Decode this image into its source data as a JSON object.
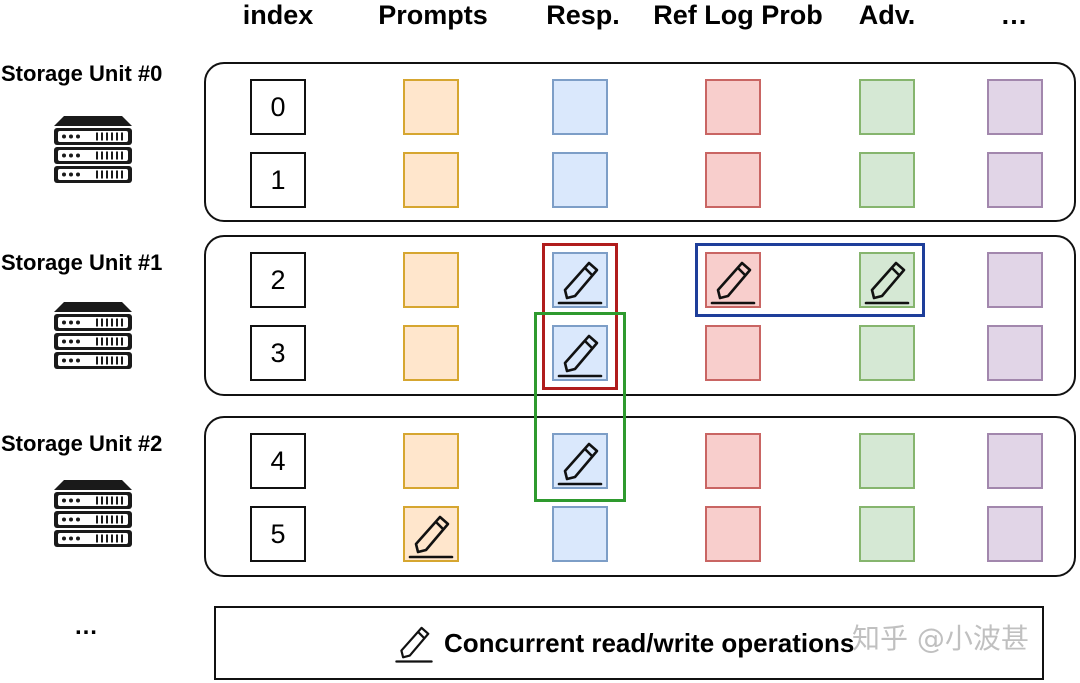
{
  "columns": [
    {
      "key": "index",
      "label": "index"
    },
    {
      "key": "prompts",
      "label": "Prompts",
      "fill": "#ffe6cc",
      "stroke": "#d6a630"
    },
    {
      "key": "resp",
      "label": "Resp.",
      "fill": "#dae8fc",
      "stroke": "#7d9ec7"
    },
    {
      "key": "ref_log_prob",
      "label": "Ref Log Prob",
      "fill": "#f8cecc",
      "stroke": "#c96563"
    },
    {
      "key": "adv",
      "label": "Adv.",
      "fill": "#d5e8d4",
      "stroke": "#86b56e"
    },
    {
      "key": "more",
      "label": "…",
      "fill": "#e1d5e7",
      "stroke": "#a287ad"
    }
  ],
  "storage_units": [
    {
      "label": "Storage Unit #0",
      "icon": "server-rack-icon",
      "rows": [
        "0",
        "1"
      ]
    },
    {
      "label": "Storage Unit #1",
      "icon": "server-rack-icon",
      "rows": [
        "2",
        "3"
      ]
    },
    {
      "label": "Storage Unit #2",
      "icon": "server-rack-icon",
      "rows": [
        "4",
        "5"
      ]
    }
  ],
  "write_operations": [
    {
      "row": "2",
      "column": "resp"
    },
    {
      "row": "3",
      "column": "resp"
    },
    {
      "row": "4",
      "column": "resp"
    },
    {
      "row": "5",
      "column": "prompts"
    },
    {
      "row": "2",
      "column": "ref_log_prob"
    },
    {
      "row": "2",
      "column": "adv"
    }
  ],
  "highlight_groups": [
    {
      "color": "#b01c1c",
      "cells": [
        {
          "row": "2",
          "column": "resp"
        },
        {
          "row": "3",
          "column": "resp"
        }
      ]
    },
    {
      "color": "#2e9a2e",
      "cells": [
        {
          "row": "3",
          "column": "resp"
        },
        {
          "row": "4",
          "column": "resp"
        }
      ]
    },
    {
      "color": "#1e3e9a",
      "cells": [
        {
          "row": "2",
          "column": "ref_log_prob"
        },
        {
          "row": "2",
          "column": "adv"
        }
      ]
    }
  ],
  "more_units_label": "…",
  "legend": {
    "icon": "pencil-icon",
    "text": "Concurrent read/write operations"
  },
  "watermark": "知乎 @小波甚"
}
